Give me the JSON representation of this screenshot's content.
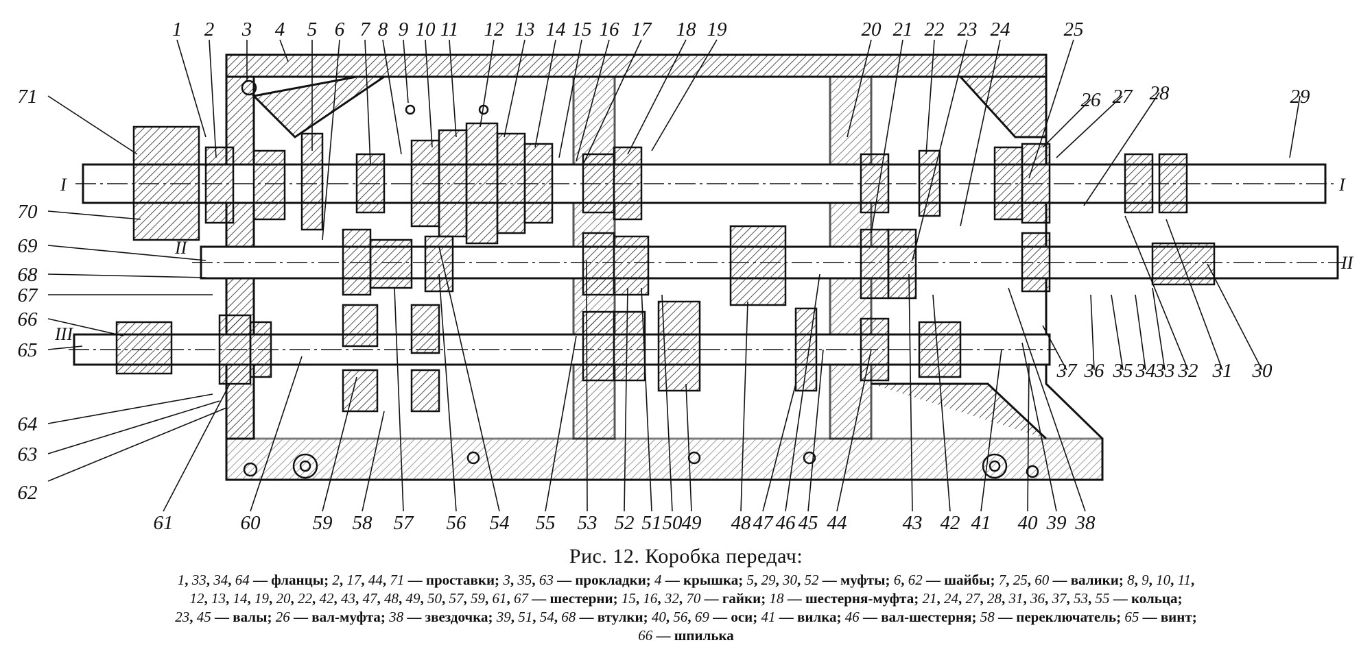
{
  "figure": {
    "labels": [
      "1",
      "2",
      "3",
      "4",
      "5",
      "6",
      "7",
      "8",
      "9",
      "10",
      "11",
      "12",
      "13",
      "14",
      "15",
      "16",
      "17",
      "18",
      "19",
      "20",
      "21",
      "22",
      "23",
      "24",
      "25",
      "26",
      "27",
      "28",
      "29",
      "30",
      "31",
      "32",
      "33",
      "34",
      "35",
      "36",
      "37",
      "38",
      "39",
      "40",
      "41",
      "42",
      "43",
      "44",
      "45",
      "46",
      "47",
      "48",
      "49",
      "50",
      "51",
      "52",
      "53",
      "54",
      "55",
      "56",
      "57",
      "58",
      "59",
      "60",
      "61",
      "62",
      "63",
      "64",
      "65",
      "66",
      "67",
      "68",
      "69",
      "70",
      "71"
    ],
    "shaft_marks": {
      "I_left": "I",
      "I_right": "I",
      "II_left": "II",
      "II_right": "II",
      "III_left": "III"
    }
  },
  "caption": {
    "title": "Рис. 12. Коробка передач:",
    "lines": [
      "1, 33, 34, 64 — фланцы; 2, 17, 44, 71 — проставки; 3, 35, 63 — прокладки; 4 — крышка; 5, 29, 30, 52 — муфты; 6, 62 — шайбы; 7, 25, 60 — валики; 8, 9, 10, 11,",
      "12, 13, 14, 19, 20, 22, 42, 43, 47, 48, 49, 50, 57, 59, 61, 67 — шестерни; 15, 16, 32, 70 — гайки; 18 — шестерня-муфта; 21, 24, 27, 28, 31, 36, 37, 53, 55 — кольца;",
      "23, 45 — валы; 26 — вал-муфта; 38 — звездочка; 39, 51, 54, 68 — втулки; 40, 56, 69 — оси; 41 — вилка; 46 — вал-шестерня; 58 — переключатель; 65 — винт;",
      "66 — шпилька"
    ]
  }
}
